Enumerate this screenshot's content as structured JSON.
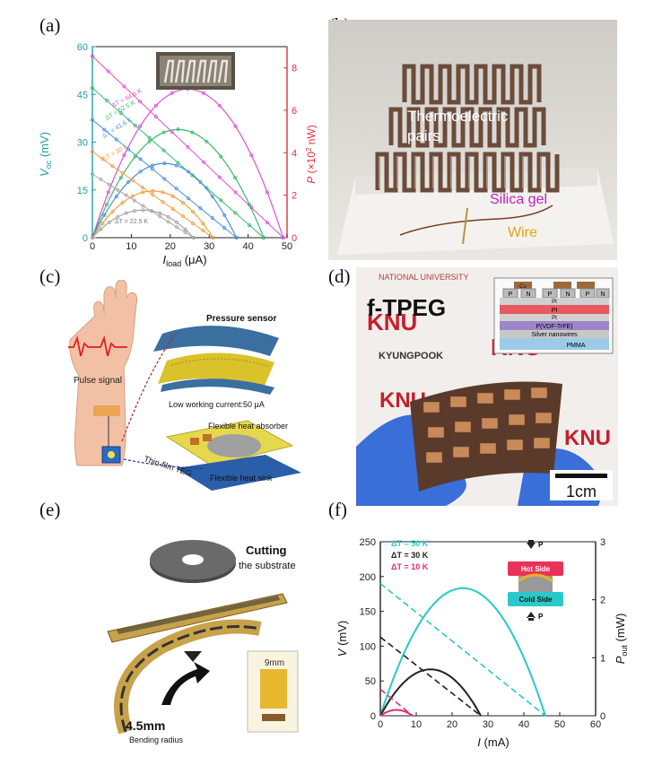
{
  "labels": {
    "a": "(a)",
    "b": "(b)",
    "c": "(c)",
    "d": "(d)",
    "e": "(e)",
    "f": "(f)"
  },
  "panel_b": {
    "thermo": "Thermoelectric",
    "pairs": "pairs",
    "silica": "Silica gel",
    "wire": "Wire"
  },
  "panel_c": {
    "pressure": "Pressure sensor",
    "current": "Low working current:50 μA",
    "pulse": "Pulse signal",
    "absorber": "Flexible heat absorber",
    "teg": "Thin-film  TEG",
    "sink": "Flexible heat sink"
  },
  "panel_d": {
    "title": "f-TPEG",
    "scale": "1cm",
    "layers": [
      "Cu",
      "P",
      "N",
      "P",
      "N",
      "P",
      "N",
      "Pt",
      "PI",
      "Pt",
      "P(VDF-TrFE)",
      "Silver nanowires",
      "PMMA"
    ],
    "bg": [
      "NATIONAL UNIVERSITY",
      "KYUNGPOOK",
      "KNU"
    ]
  },
  "panel_e": {
    "cutting": "Cutting",
    "substrate": "the substrate",
    "radius": "4.5mm",
    "bending": "Bending radius",
    "size": "9mm"
  },
  "chart_data": [
    {
      "type": "line",
      "xlabel": "I_load (μA)",
      "ylabel": "V_oc (mV)",
      "y2label": "P (×10² nW)",
      "xlim": [
        0,
        50
      ],
      "ylim": [
        0,
        60
      ],
      "y2lim": [
        0,
        9
      ],
      "xticks": [
        "0",
        "10",
        "20",
        "30",
        "40",
        "50"
      ],
      "yticks": [
        "0",
        "15",
        "30",
        "45",
        "60"
      ],
      "y2ticks": [
        "0",
        "2",
        "4",
        "6",
        "8"
      ],
      "annotations": [
        "ΔT = 64.6 K",
        "ΔT = 52.5 K",
        "ΔT = 41.6 K",
        "ΔT = 30 K",
        "ΔT = 22.5 K"
      ],
      "series": [
        {
          "name": "ΔT = 64.6 K",
          "color": "#e050d8",
          "voc": 57,
          "isc": 49,
          "pmax": 7.0
        },
        {
          "name": "ΔT = 52.5 K",
          "color": "#3db870",
          "voc": 47,
          "isc": 44,
          "pmax": 5.1
        },
        {
          "name": "ΔT = 41.6 K",
          "color": "#4a90d9",
          "voc": 37,
          "isc": 37,
          "pmax": 3.5
        },
        {
          "name": "ΔT = 30 K",
          "color": "#f0a040",
          "voc": 27,
          "isc": 31,
          "pmax": 2.2
        },
        {
          "name": "ΔT = 22.5 K",
          "color": "#a8a8a8",
          "voc": 20,
          "isc": 26,
          "pmax": 1.3
        }
      ]
    },
    {
      "type": "line",
      "xlabel": "I (mA)",
      "ylabel": "V (mV)",
      "y2label": "P_out (mW)",
      "xlim": [
        0,
        60
      ],
      "ylim": [
        0,
        250
      ],
      "y2lim": [
        0,
        3
      ],
      "xticks": [
        "0",
        "10",
        "20",
        "30",
        "40",
        "50",
        "60"
      ],
      "yticks": [
        "0",
        "50",
        "100",
        "150",
        "200",
        "250"
      ],
      "y2ticks": [
        "0",
        "1",
        "2",
        "3"
      ],
      "legend": [
        "ΔT = 50 K",
        "ΔT = 30 K",
        "ΔT = 10 K"
      ],
      "inset": {
        "hot": "Hot Side",
        "cold": "Cold Side",
        "p": "P"
      },
      "series": [
        {
          "name": "ΔT = 50 K",
          "color": "#2ac9c9",
          "v0": 190,
          "isc": 46,
          "pmax": 2.2
        },
        {
          "name": "ΔT = 30 K",
          "color": "#222222",
          "v0": 113,
          "isc": 28,
          "pmax": 0.8
        },
        {
          "name": "ΔT = 10 K",
          "color": "#e0306a",
          "v0": 38,
          "isc": 9,
          "pmax": 0.1
        }
      ]
    }
  ]
}
